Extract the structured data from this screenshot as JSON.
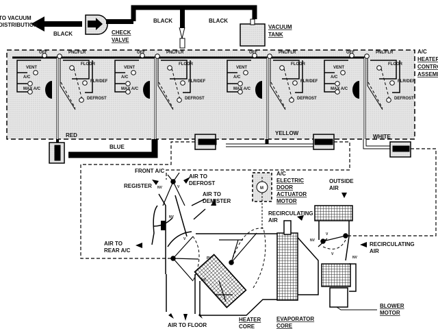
{
  "top": {
    "to_vacuum": [
      "TO VACUUM",
      "DISTRIBUTION"
    ],
    "black_left": "BLACK",
    "check_valve": [
      "CHECK",
      "VALVE"
    ],
    "black_mid": "BLACK",
    "black_right": "BLACK",
    "vacuum_tank": [
      "VACUUM",
      "TANK"
    ],
    "assembly": [
      "A/C",
      "HEATER",
      "CONTROL",
      "ASSEMBLY"
    ]
  },
  "switch_labels": {
    "off": "OFF",
    "vent": "VENT",
    "ac": "A/C",
    "max_ac": "MAX A/C",
    "pnl_flr": "PNL/FLR",
    "floor": "FLOOR",
    "flr_def": "FLR/DEF",
    "defrost": "DEFROST"
  },
  "hoses": {
    "red": "RED",
    "blue": "BLUE",
    "yellow": "YELLOW",
    "white": "WHITE"
  },
  "hvac": {
    "front_ac": "FRONT A/C",
    "register": "REGISTER",
    "air_to_defrost": [
      "AIR TO",
      "DEFROST"
    ],
    "air_to_demister": [
      "AIR TO",
      "DEMISTER"
    ],
    "actuator": [
      "A/C",
      "ELECTRIC",
      "DOOR",
      "ACTUATOR",
      "MOTOR"
    ],
    "motor_symbol": "M",
    "outside_air": [
      "OUTSIDE",
      "AIR"
    ],
    "recirc_air_top": [
      "RECIRCULATING",
      "AIR"
    ],
    "recirc_air_right": [
      "RECIRCULATING",
      "AIR"
    ],
    "air_to_rear": [
      "AIR TO",
      "REAR A/C"
    ],
    "heater_core": [
      "HEATER",
      "CORE"
    ],
    "evaporator_core": [
      "EVAPORATOR",
      "CORE"
    ],
    "blower_motor": [
      "BLOWER",
      "MOTOR"
    ],
    "air_to_floor": "AIR TO FLOOR",
    "nv": "NV",
    "v": "V",
    "pv": "PV"
  }
}
